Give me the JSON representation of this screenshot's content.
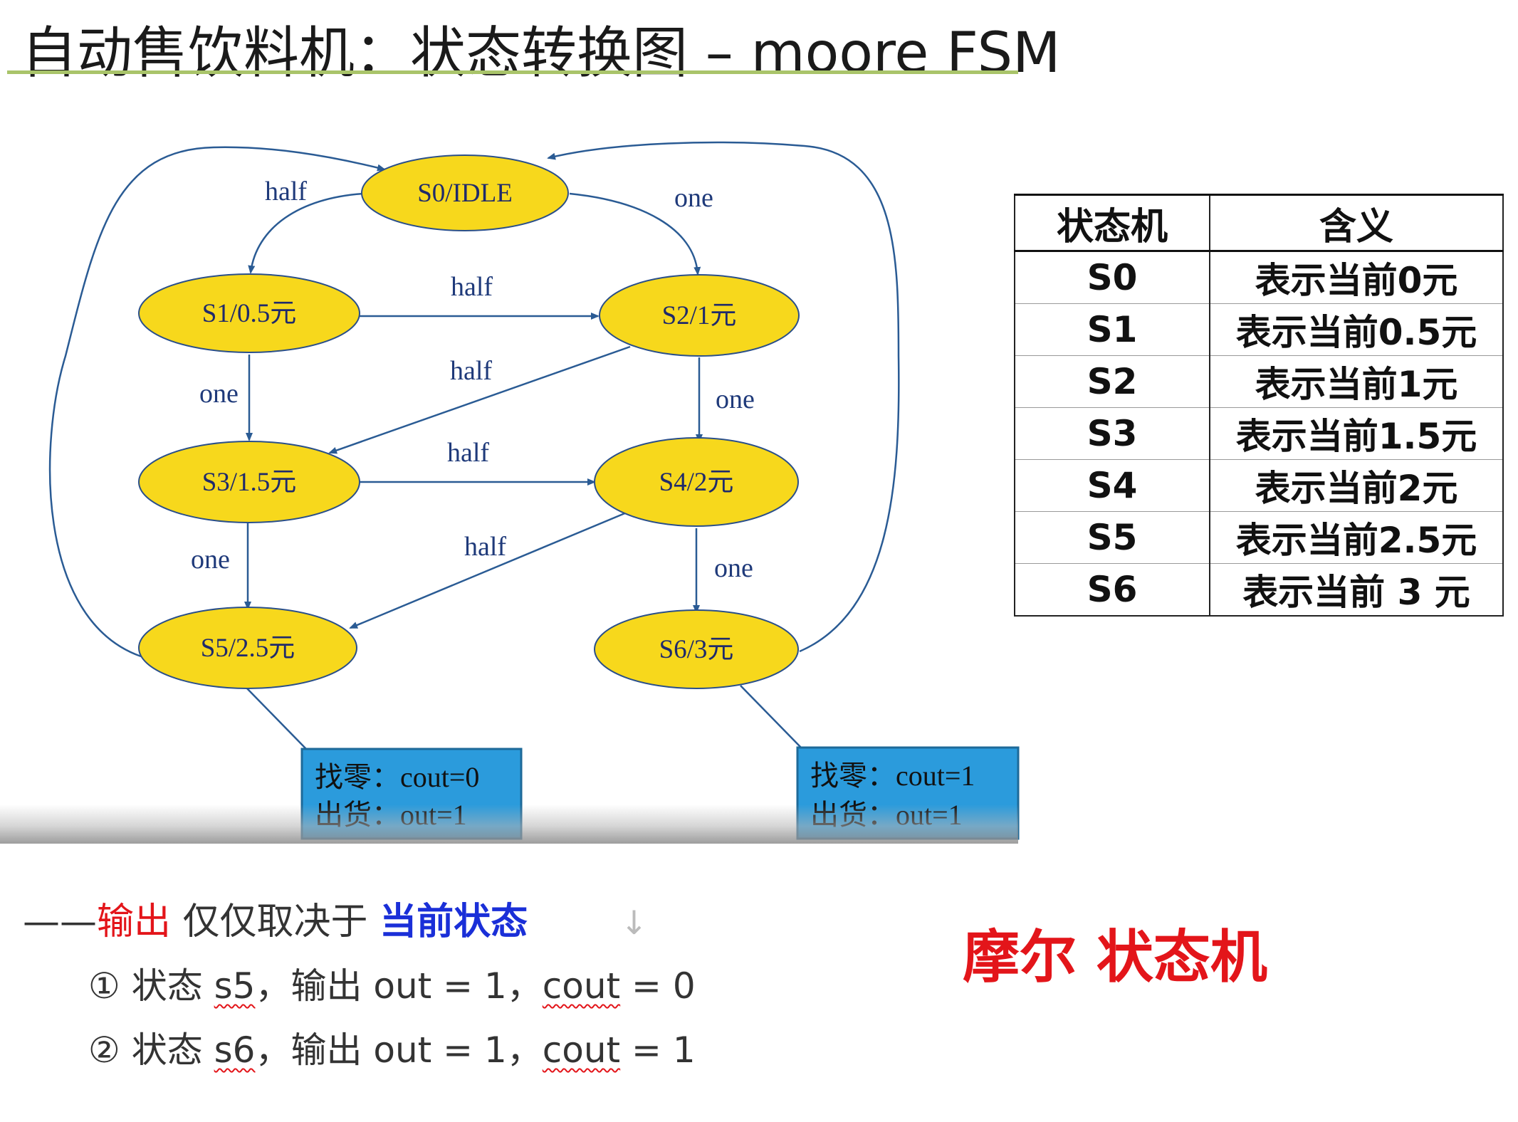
{
  "title": "自动售饮料机：状态转换图 – moore FSM",
  "diagram": {
    "states": [
      "S0/IDLE",
      "S1/0.5元",
      "S2/1元",
      "S3/1.5元",
      "S4/2元",
      "S5/2.5元",
      "S6/3元"
    ],
    "transitions": [
      {
        "from": "S0/IDLE",
        "to": "S1/0.5元",
        "label": "half"
      },
      {
        "from": "S0/IDLE",
        "to": "S2/1元",
        "label": "one"
      },
      {
        "from": "S1/0.5元",
        "to": "S2/1元",
        "label": "half"
      },
      {
        "from": "S1/0.5元",
        "to": "S3/1.5元",
        "label": "one"
      },
      {
        "from": "S2/1元",
        "to": "S3/1.5元",
        "label": "half"
      },
      {
        "from": "S2/1元",
        "to": "S4/2元",
        "label": "one"
      },
      {
        "from": "S3/1.5元",
        "to": "S4/2元",
        "label": "half"
      },
      {
        "from": "S3/1.5元",
        "to": "S5/2.5元",
        "label": "one"
      },
      {
        "from": "S4/2元",
        "to": "S5/2.5元",
        "label": "half"
      },
      {
        "from": "S4/2元",
        "to": "S6/3元",
        "label": "one"
      },
      {
        "from": "S5/2.5元",
        "to": "S0/IDLE",
        "label": ""
      },
      {
        "from": "S6/3元",
        "to": "S0/IDLE",
        "label": ""
      }
    ],
    "output_boxes": [
      {
        "state": "S5/2.5元",
        "line1": "找零：cout=0",
        "line2": "出货：out=1"
      },
      {
        "state": "S6/3元",
        "line1": "找零：cout=1",
        "line2": "出货：out=1"
      }
    ],
    "colors": {
      "state_fill": "#f7d81c",
      "state_stroke": "#2a4f8a",
      "arrow": "#2a5b94",
      "box_fill": "#2b9bdc"
    }
  },
  "table": {
    "headers": [
      "状态机",
      "含义"
    ],
    "rows": [
      [
        "S0",
        "表示当前0元"
      ],
      [
        "S1",
        "表示当前0.5元"
      ],
      [
        "S2",
        "表示当前1元"
      ],
      [
        "S3",
        "表示当前1.5元"
      ],
      [
        "S4",
        "表示当前2元"
      ],
      [
        "S5",
        "表示当前2.5元"
      ],
      [
        "S6",
        "表示当前 3 元"
      ]
    ]
  },
  "notes": {
    "dash": "——",
    "main_red": "输出",
    "main_plain": " 仅仅取决于 ",
    "main_blue": "当前状态",
    "cursor": "↓",
    "items": [
      {
        "prefix": "① 状态 ",
        "state": "s5",
        "mid": "，输出 out = 1，",
        "cout": "cout",
        "suffix": " = 0"
      },
      {
        "prefix": "② 状态 ",
        "state": "s6",
        "mid": "，输出 out = 1，",
        "cout": "cout",
        "suffix": " = 1"
      }
    ]
  },
  "moore_label": "摩尔 状态机"
}
